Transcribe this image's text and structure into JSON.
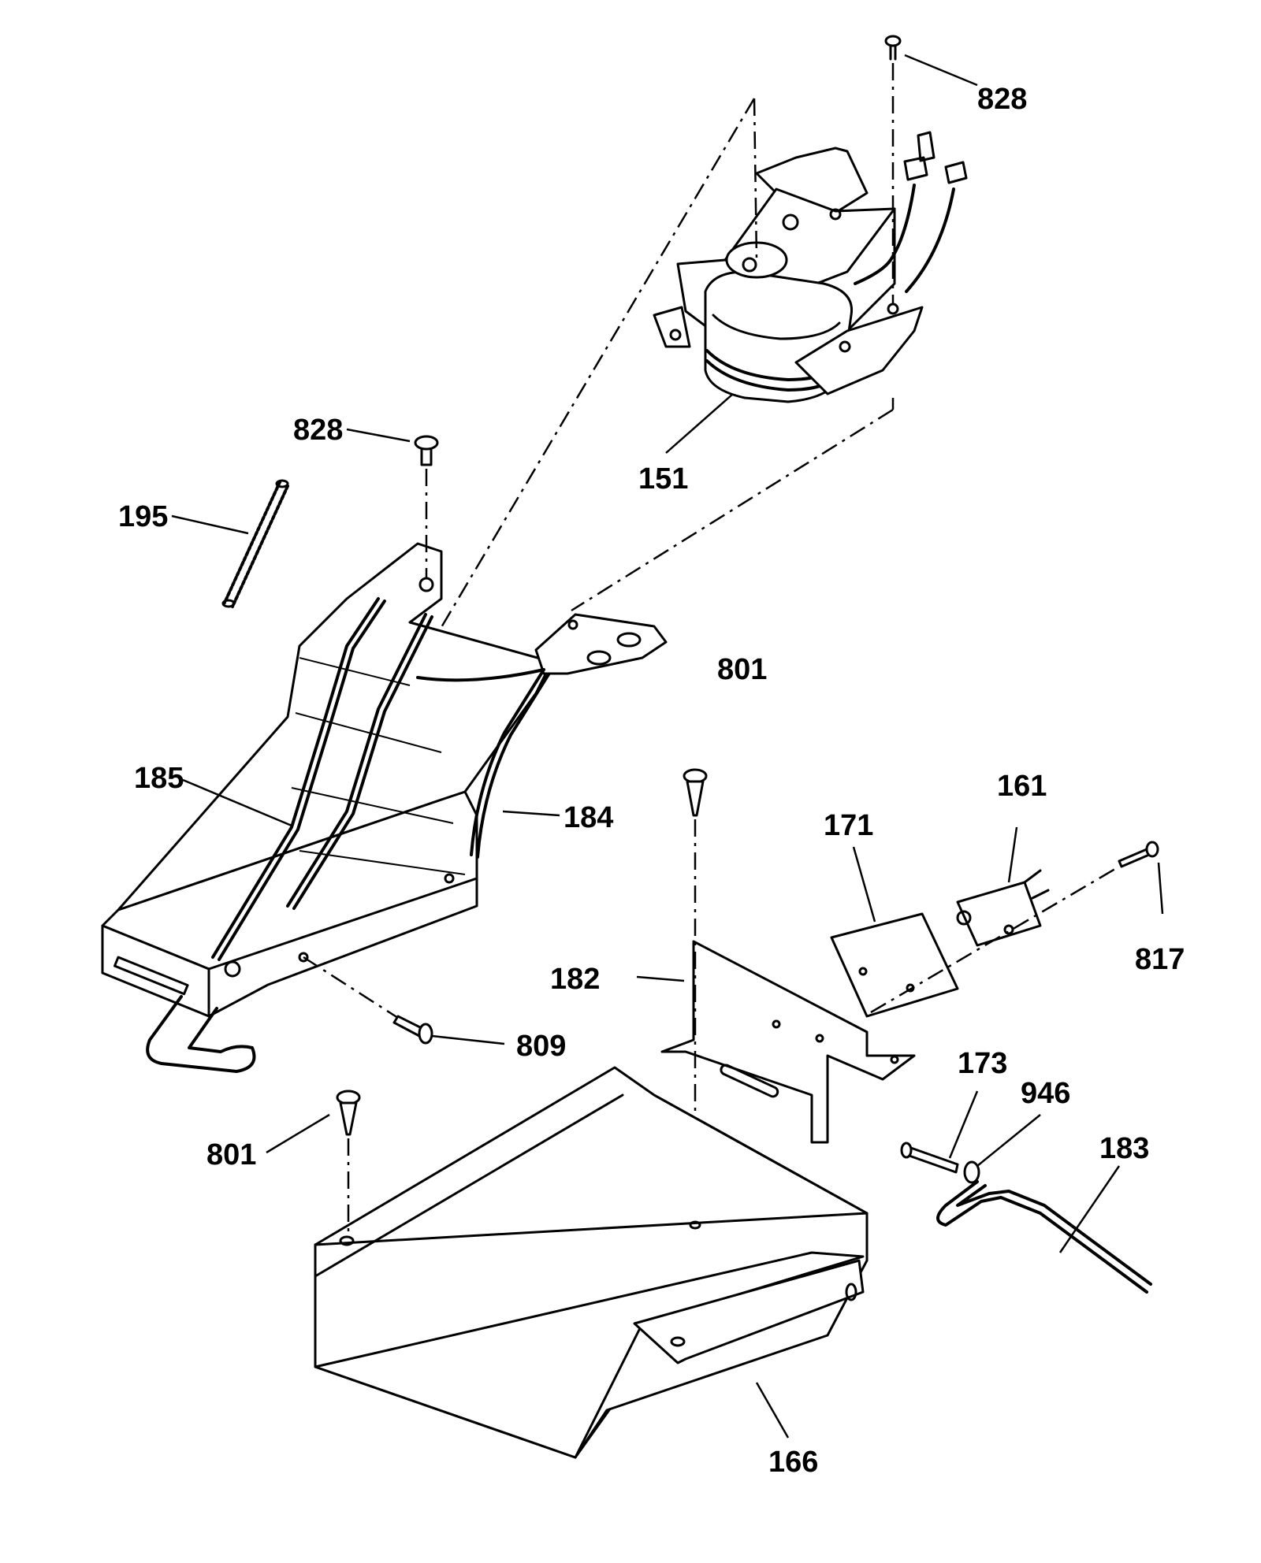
{
  "labels": {
    "p828_top": "828",
    "p151": "151",
    "p828_mid": "828",
    "p195": "195",
    "p801_mid": "801",
    "p185": "185",
    "p184": "184",
    "p161": "161",
    "p171": "171",
    "p817": "817",
    "p182": "182",
    "p809": "809",
    "p173": "173",
    "p946": "946",
    "p183": "183",
    "p801_low": "801",
    "p166": "166"
  }
}
